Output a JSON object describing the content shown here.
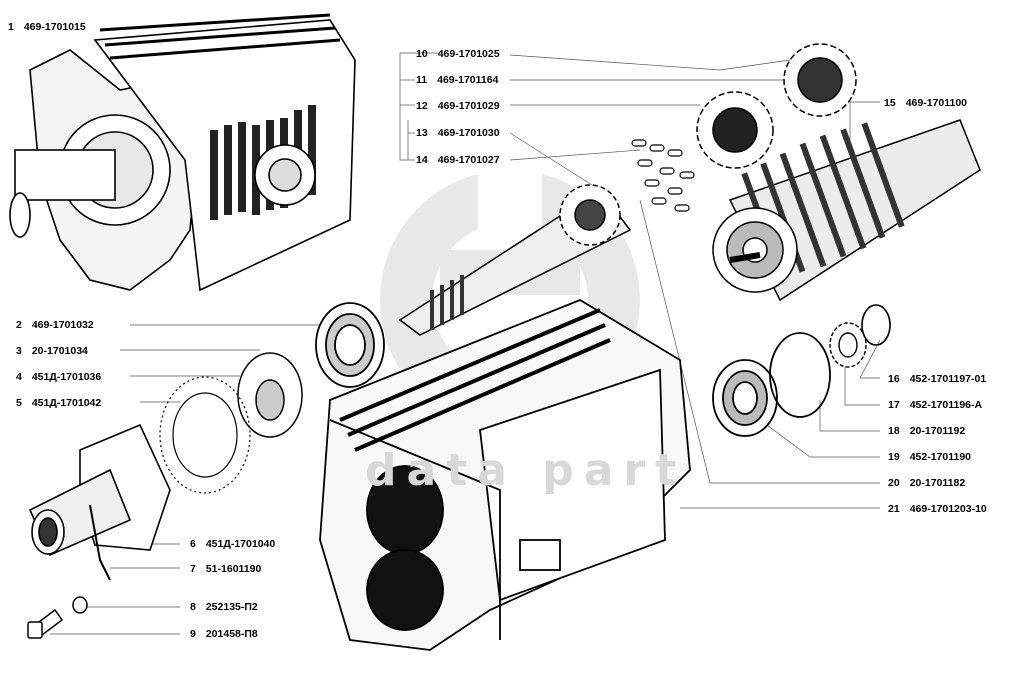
{
  "watermark": {
    "text": "data part"
  },
  "parts": [
    {
      "num": "1",
      "code": "469-1701015"
    },
    {
      "num": "2",
      "code": "469-1701032"
    },
    {
      "num": "3",
      "code": "20-1701034"
    },
    {
      "num": "4",
      "code": "451Д-1701036"
    },
    {
      "num": "5",
      "code": "451Д-1701042"
    },
    {
      "num": "6",
      "code": "451Д-1701040"
    },
    {
      "num": "7",
      "code": "51-1601190"
    },
    {
      "num": "8",
      "code": "252135-П2"
    },
    {
      "num": "9",
      "code": "201458-П8"
    },
    {
      "num": "10",
      "code": "469-1701025"
    },
    {
      "num": "11",
      "code": "469-1701164"
    },
    {
      "num": "12",
      "code": "469-1701029"
    },
    {
      "num": "13",
      "code": "469-1701030"
    },
    {
      "num": "14",
      "code": "469-1701027"
    },
    {
      "num": "15",
      "code": "469-1701100"
    },
    {
      "num": "16",
      "code": "452-1701197-01"
    },
    {
      "num": "17",
      "code": "452-1701196-А"
    },
    {
      "num": "18",
      "code": "20-1701192"
    },
    {
      "num": "19",
      "code": "452-1701190"
    },
    {
      "num": "20",
      "code": "20-1701182"
    },
    {
      "num": "21",
      "code": "469-1701203-10"
    }
  ]
}
